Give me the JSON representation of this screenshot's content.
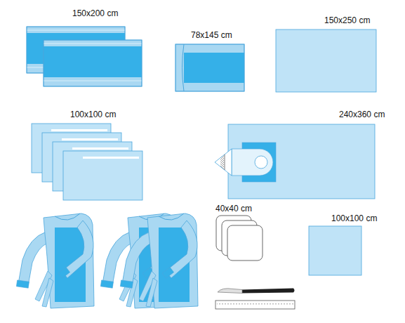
{
  "diagram": {
    "labels": [
      "150x200 cm",
      "78x145 cm",
      "150x250 cm",
      "100x100 cm",
      "240x360 cm",
      "40x40 cm",
      "100x100 cm"
    ]
  }
}
